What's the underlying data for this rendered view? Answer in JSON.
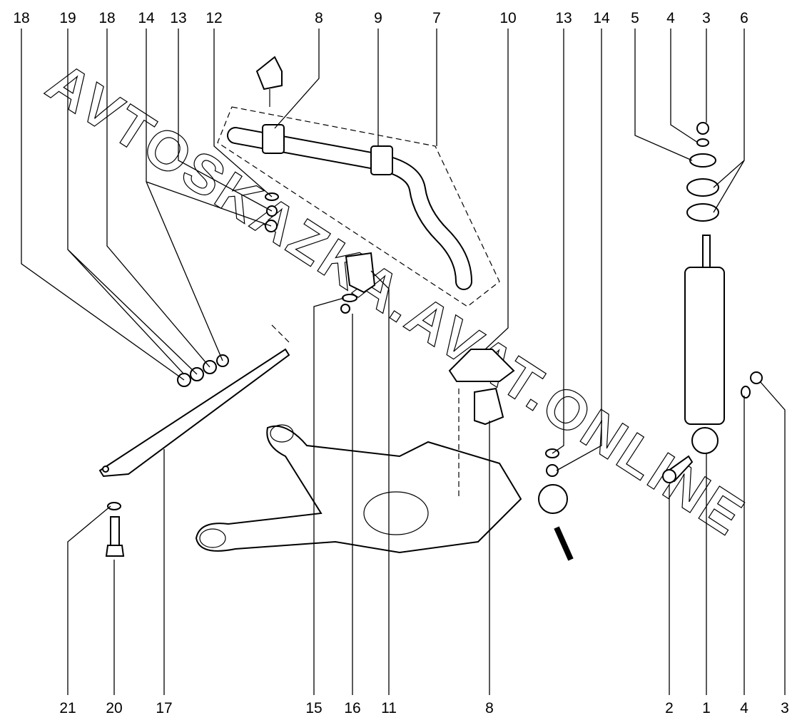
{
  "watermark": "AVTOSKAZKA.AVAT.ONLINE",
  "callouts_top": [
    "18",
    "19",
    "18",
    "14",
    "13",
    "12",
    "8",
    "9",
    "7",
    "10",
    "13",
    "14",
    "5",
    "4",
    "3",
    "6"
  ],
  "callouts_bottom": [
    "21",
    "20",
    "17",
    "15",
    "16",
    "11",
    "8",
    "2",
    "1",
    "4",
    "3"
  ]
}
